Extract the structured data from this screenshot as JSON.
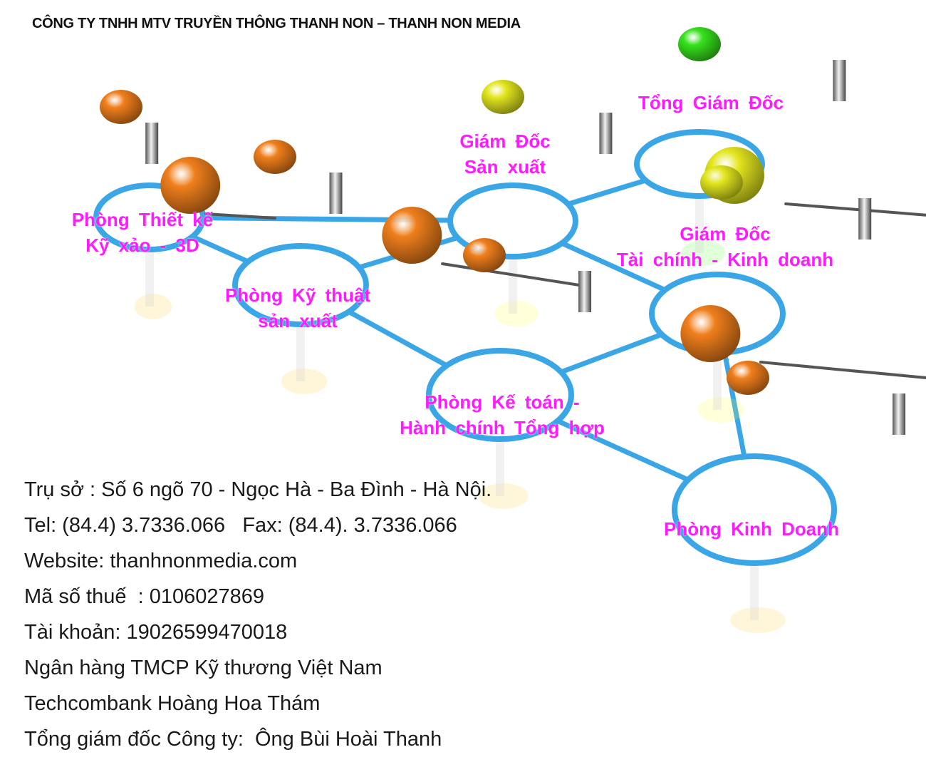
{
  "header": {
    "company_title": "CÔNG TY TNHH MTV TRUYỀN THÔNG THANH NON – THANH NON MEDIA"
  },
  "colors": {
    "ring": "#3aa6e6",
    "label": "#ff1aff",
    "pin_orange": "#f07f1c",
    "pin_yellow": "#e3e61e",
    "pin_green": "#36e21c"
  },
  "nodes": [
    {
      "id": "tong-giam-doc",
      "pin_color": "pin_green",
      "lines": [
        "Tổng Giám Đốc"
      ]
    },
    {
      "id": "giam-doc-san-xuat",
      "pin_color": "pin_yellow",
      "lines": [
        "Giám Đốc",
        "Sản xuất"
      ]
    },
    {
      "id": "giam-doc-tai-chinh",
      "pin_color": "pin_yellow",
      "lines": [
        "Giám Đốc",
        "Tài chính - Kinh doanh"
      ]
    },
    {
      "id": "phong-thiet-ke",
      "pin_color": "pin_orange",
      "lines": [
        "Phòng Thiết kế",
        "Kỹ xảo - 3D"
      ]
    },
    {
      "id": "phong-ky-thuat",
      "pin_color": "pin_orange",
      "lines": [
        "Phòng Kỹ thuật",
        "sản xuất"
      ]
    },
    {
      "id": "phong-ke-toan",
      "pin_color": "pin_orange",
      "lines": [
        "Phòng Kế toán -",
        "Hành chính Tổng hợp"
      ]
    },
    {
      "id": "phong-kinh-doanh",
      "pin_color": "pin_orange",
      "lines": [
        "Phòng Kinh Doanh"
      ]
    }
  ],
  "info": {
    "address": "Trụ sở : Số 6 ngõ 70 - Ngọc Hà - Ba Đình - Hà Nội.",
    "phone": "Tel: (84.4) 3.7336.066   Fax: (84.4). 3.7336.066",
    "website": "Website: thanhnonmedia.com",
    "tax_code": "Mã số thuế  : 0106027869",
    "account": "Tài khoản: 19026599470018",
    "bank": "Ngân hàng TMCP Kỹ thương Việt Nam",
    "branch": "Techcombank Hoàng Hoa Thám",
    "director": "Tổng giám đốc Công ty:  Ông Bùi Hoài Thanh"
  }
}
